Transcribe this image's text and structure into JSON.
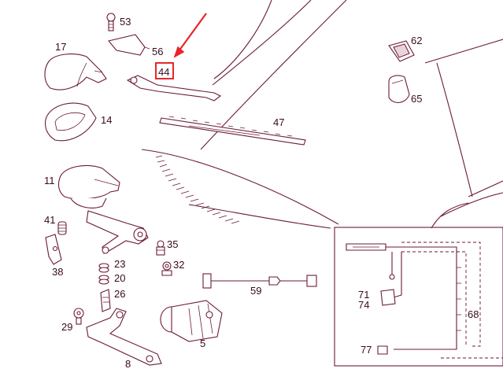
{
  "diagram": {
    "highlight_color": "#e8262a",
    "line_color": "#6b1a3a",
    "highlighted_part": "44",
    "callouts": {
      "p53": "53",
      "p56": "56",
      "p17": "17",
      "p44": "44",
      "p62": "62",
      "p65": "65",
      "p14": "14",
      "p47": "47",
      "p11": "11",
      "p41": "41",
      "p35": "35",
      "p38": "38",
      "p23": "23",
      "p32": "32",
      "p20": "20",
      "p59": "59",
      "p26": "26",
      "p71": "71",
      "p74": "74",
      "p29": "29",
      "p68": "68",
      "p5": "5",
      "p77": "77",
      "p8": "8"
    }
  }
}
